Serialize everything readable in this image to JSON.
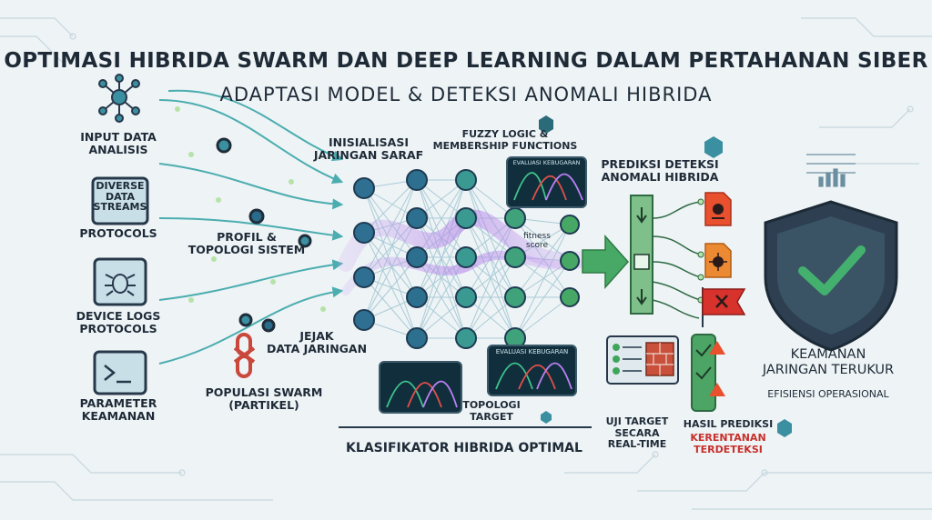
{
  "title": "OPTIMASI HIBRIDA SWARM DAN DEEP LEARNING DALAM PERTAHANAN SIBER",
  "subtitle": "ADAPTASI MODEL & DETEKSI ANOMALI HIBRIDA",
  "inputs": {
    "input_data": "INPUT DATA\nANALISIS",
    "diverse": "DIVERSE\nDATA\nSTREAMS",
    "protocols": "PROTOCOLS",
    "device_logs": "DEVICE LOGS\nPROTOCOLS",
    "parameter": "PARAMETER\nKEAMANAN"
  },
  "swarm": {
    "profil": "PROFIL &\nTOPOLOGI SISTEM",
    "jejak": "JEJAK\nDATA JARINGAN",
    "populasi": "POPULASI SWARM\n(PARTIKEL)"
  },
  "network": {
    "init": "INISIALISASI\nJARINGAN SARAF",
    "fuzzy": "FUZZY LOGIC &\nMEMBERSHIP FUNCTIONS",
    "fitness": "fitness\nscore",
    "topologi": "TOPOLOGI\nTARGET",
    "evaluasi_top": "EVALUASI KEBUGARAN",
    "evaluasi_bottom": "EVALUASI KEBUGARAN",
    "classifier": "KLASIFIKATOR HIBRIDA OPTIMAL"
  },
  "detection": {
    "prediksi": "PREDIKSI DETEKSI\nANOMALI HIBRIDA",
    "uji": "UJI TARGET\nSECARA\nREAL-TIME",
    "hasil": "HASIL PREDIKSI",
    "kerentanan": "KERENTANAN\nTERDETEKSI"
  },
  "security": {
    "keamanan": "KEAMANAN\nJARINGAN TERUKUR",
    "efisiensi": "EFISIENSI OPERASIONAL"
  },
  "colors": {
    "node": "#3a8fa0",
    "node_dark": "#1f4a63",
    "green": "#3fa55b",
    "shield": "#2d3f50",
    "shield_check": "#3ea06a",
    "red": "#d8322c",
    "orange": "#e8772c",
    "purple": "#b98de0"
  },
  "icons": [
    "network-icon",
    "stream-box-icon",
    "bug-icon",
    "terminal-icon",
    "chain-icon",
    "shield-check-icon",
    "skull-file-icon",
    "virus-file-icon",
    "flag-x-icon",
    "firewall-icon",
    "checklist-icon"
  ]
}
